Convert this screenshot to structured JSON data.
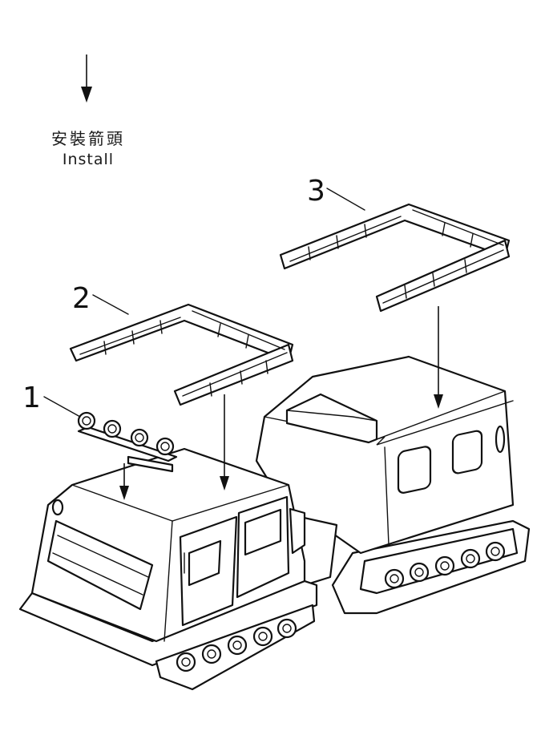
{
  "legend": {
    "arrow_label_cn": "安裝箭頭",
    "arrow_label_en": "Install"
  },
  "callouts": [
    "1",
    "2",
    "3"
  ],
  "colors": {
    "ink": "#111111",
    "paper": "#ffffff"
  }
}
